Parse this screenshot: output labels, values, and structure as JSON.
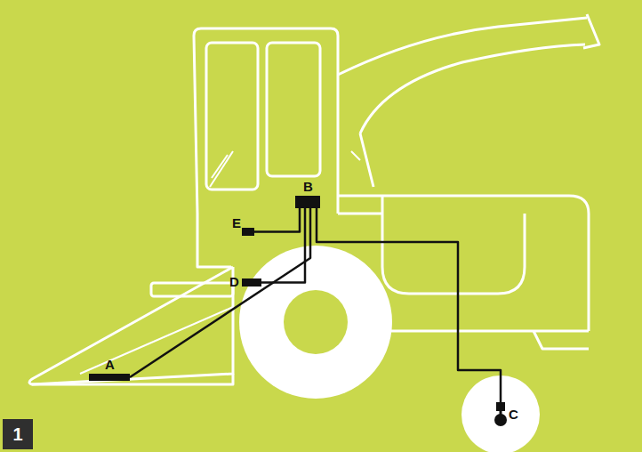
{
  "diagram": {
    "nodes": [
      {
        "text": [
          "E"
        ]
      },
      {
        "text": [
          "B"
        ]
      },
      {
        "text": [
          "D"
        ]
      },
      {
        "text": [
          "A"
        ]
      },
      {
        "text": [
          "C"
        ]
      },
      {
        "text": [
          "1"
        ]
      }
    ],
    "edges": [
      {
        "from": 1,
        "to": 0,
        "arrow": "none"
      },
      {
        "from": 1,
        "to": 2,
        "arrow": "none"
      },
      {
        "from": 1,
        "to": 3,
        "arrow": "none"
      },
      {
        "from": 1,
        "to": 4,
        "arrow": "none"
      }
    ]
  }
}
